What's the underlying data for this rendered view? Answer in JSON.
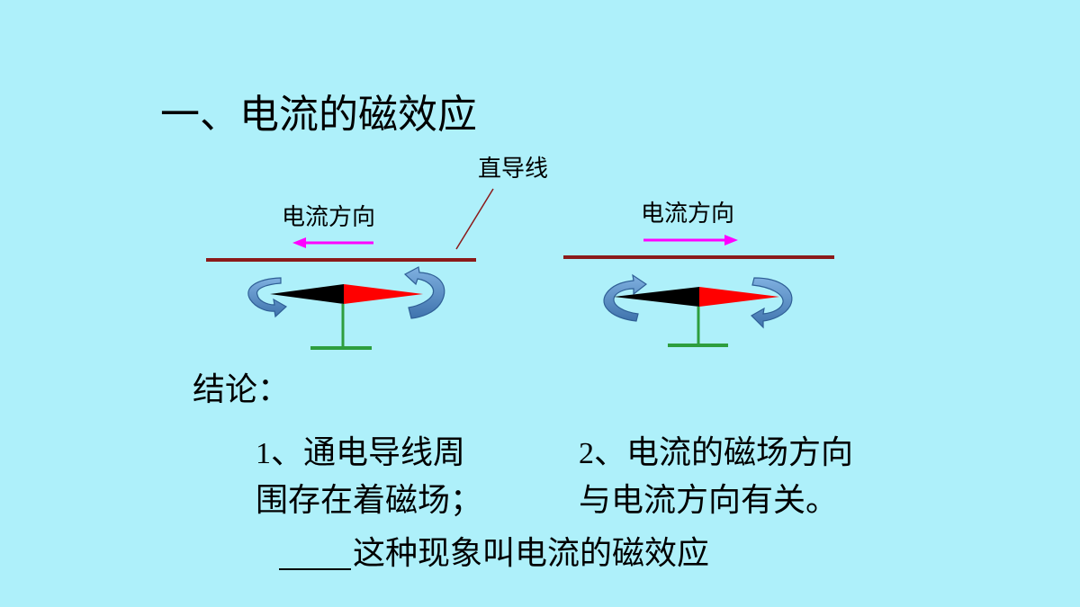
{
  "title": "一、电流的磁效应",
  "diagram": {
    "wire_label": "直导线",
    "left": {
      "current_label": "电流方向",
      "current_direction": "left"
    },
    "right": {
      "current_label": "电流方向",
      "current_direction": "right"
    },
    "colors": {
      "wire": "#8b1a1a",
      "current_arrow": "#ff00ff",
      "needle_north": "#ff0000",
      "needle_south": "#000000",
      "stand": "#2e9e3e",
      "rotation_arrow": "#5b8fc8"
    }
  },
  "conclusion": {
    "heading": "结论：",
    "point1": {
      "num": "1",
      "line1": "、通电导线周",
      "line2": "围存在着磁场；"
    },
    "point2": {
      "num": "2",
      "line1": "、电流的磁场方向",
      "line2": "与电流方向有关。"
    },
    "summary": "这种现象叫电流的磁效应"
  }
}
